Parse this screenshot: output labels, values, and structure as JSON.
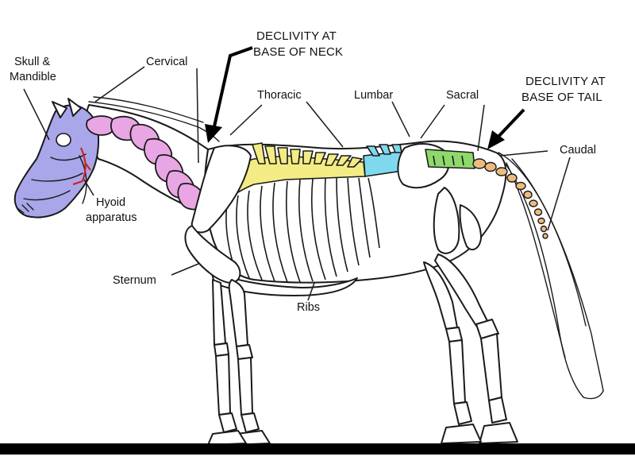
{
  "labels": {
    "skull": [
      "Skull &",
      "Mandible"
    ],
    "cervical": "Cervical",
    "declivity_neck": [
      "DECLIVITY AT",
      "BASE OF NECK"
    ],
    "thoracic": "Thoracic",
    "lumbar": "Lumbar",
    "sacral": "Sacral",
    "declivity_tail": [
      "DECLIVITY AT",
      "BASE OF TAIL"
    ],
    "caudal": "Caudal",
    "hyoid": [
      "Hyoid",
      "apparatus"
    ],
    "sternum": "Sternum",
    "ribs": "Ribs"
  },
  "colors": {
    "skull": "#aaa6ea",
    "cervical": "#e8a6e4",
    "thoracic": "#f3ec84",
    "lumbar": "#7ed9ee",
    "sacral": "#8fd96c",
    "caudal": "#efbb7c",
    "hyoid": "#cc2020",
    "ground": "#000000"
  }
}
